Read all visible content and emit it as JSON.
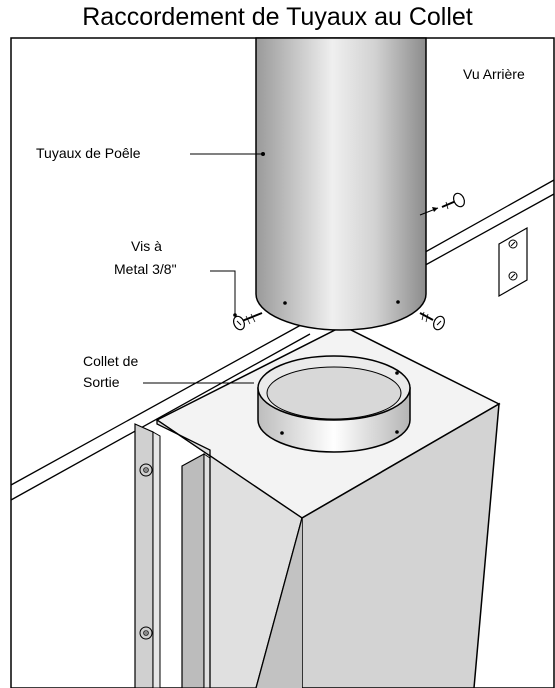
{
  "title": "Raccordement de Tuyaux au Collet",
  "labels": {
    "view": "Vu Arrière",
    "stove_pipe": "Tuyaux de Poêle",
    "screw_line1": "Vis à",
    "screw_line2": "Metal 3/8\"",
    "collar_line1": "Collet de",
    "collar_line2": "Sortie"
  },
  "colors": {
    "outline": "#000000",
    "wall": "#ffffff",
    "pipe_light": "#ededed",
    "pipe_dark": "#8f8f8f",
    "box_top": "#f2f2f2",
    "box_front": "#d6d6d6",
    "box_side": "#c4c4c4"
  }
}
